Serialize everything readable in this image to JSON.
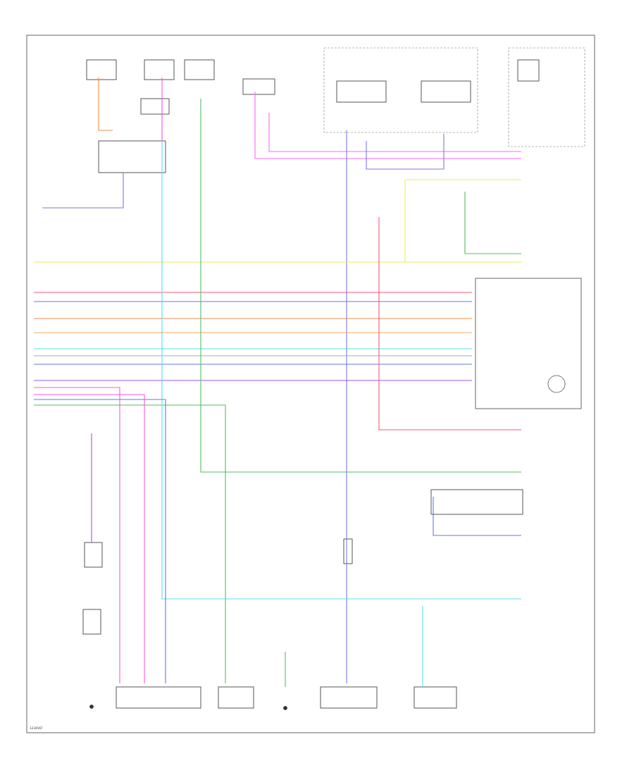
{
  "diagram": {
    "footer_code": "1234567"
  },
  "wires": [
    {
      "id": "pink-top",
      "color": "#ff66ff"
    },
    {
      "id": "blue-top",
      "color": "#7777ee"
    },
    {
      "id": "red-1",
      "color": "#ff5577"
    },
    {
      "id": "blue-1",
      "color": "#6677dd"
    },
    {
      "id": "orange-1",
      "color": "#ff8844"
    },
    {
      "id": "lightorange",
      "color": "#ffaa66"
    },
    {
      "id": "cyan-1",
      "color": "#55ddee"
    },
    {
      "id": "gray-1",
      "color": "#aaaaaa"
    },
    {
      "id": "blue-2",
      "color": "#6677dd"
    },
    {
      "id": "purple-1",
      "color": "#9955ee"
    },
    {
      "id": "magenta-1",
      "color": "#ff55dd"
    },
    {
      "id": "green-1",
      "color": "#55bb66"
    },
    {
      "id": "yellow-1",
      "color": "#eeee55"
    }
  ]
}
